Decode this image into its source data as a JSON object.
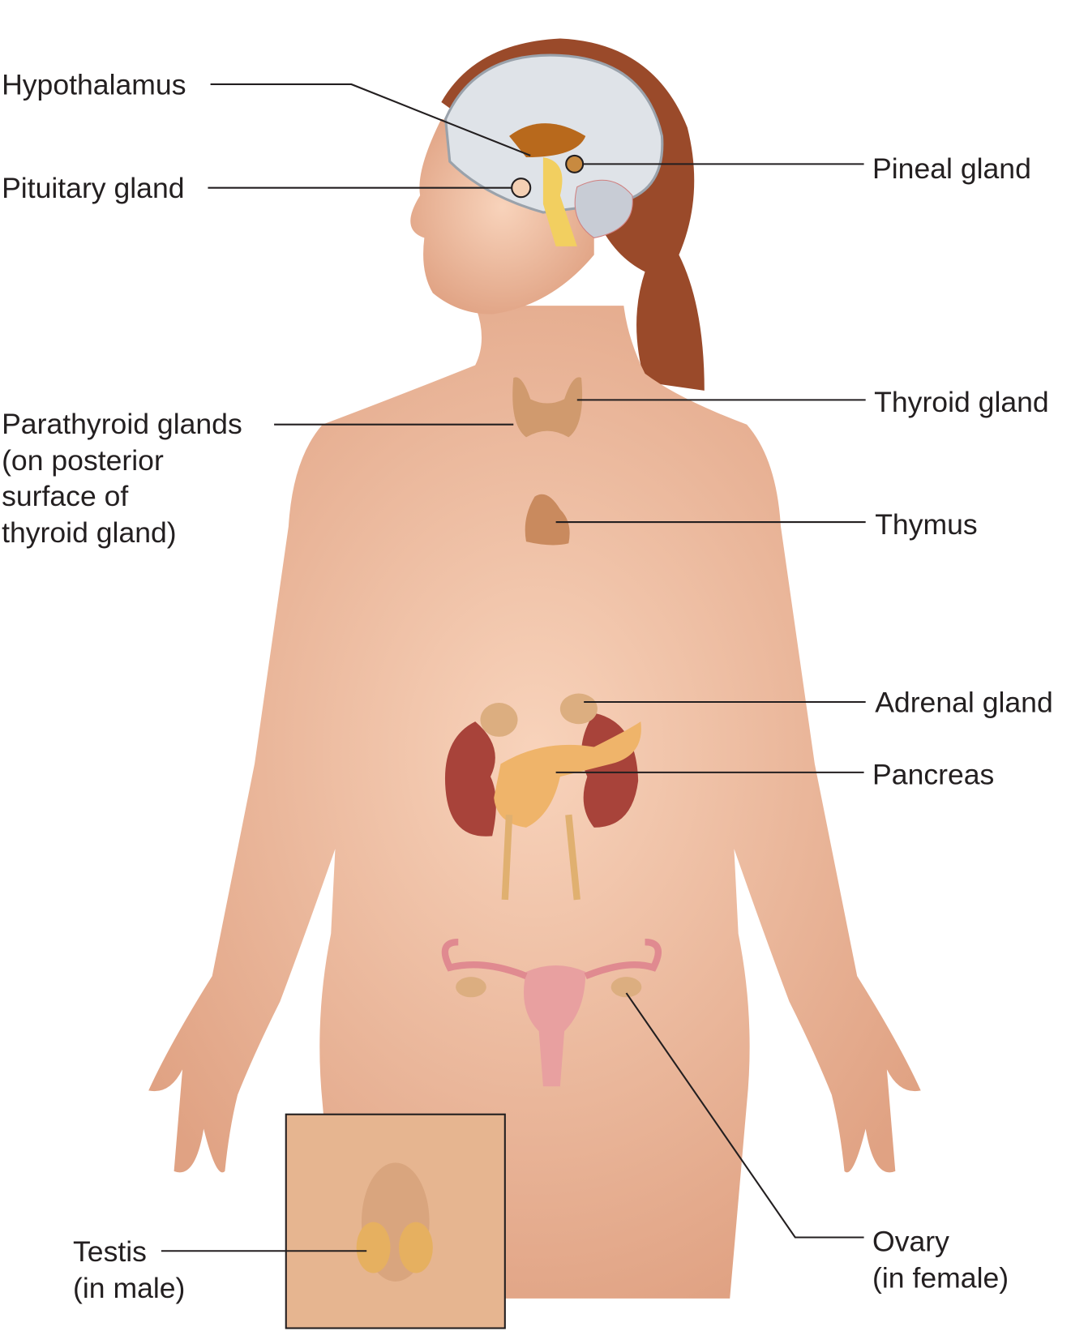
{
  "labels": {
    "hypothalamus": "Hypothalamus",
    "pituitary": "Pituitary gland",
    "pineal": "Pineal gland",
    "thyroid": "Thyroid gland",
    "parathyroid": [
      "Parathyroid glands",
      "(on posterior",
      "surface of",
      "thyroid gland)"
    ],
    "thymus": "Thymus",
    "adrenal": "Adrenal gland",
    "pancreas": "Pancreas",
    "ovary": [
      "Ovary",
      "(in female)"
    ],
    "testis": [
      "Testis",
      "(in male)"
    ]
  },
  "colors": {
    "skin": "#f2c3a3",
    "hair": "#9a4a2a",
    "brain": "#dfe3e8",
    "gland": "#d9a070",
    "kidney": "#a8433a",
    "pancreas": "#efb46a",
    "uterus": "#e8a0a0"
  }
}
